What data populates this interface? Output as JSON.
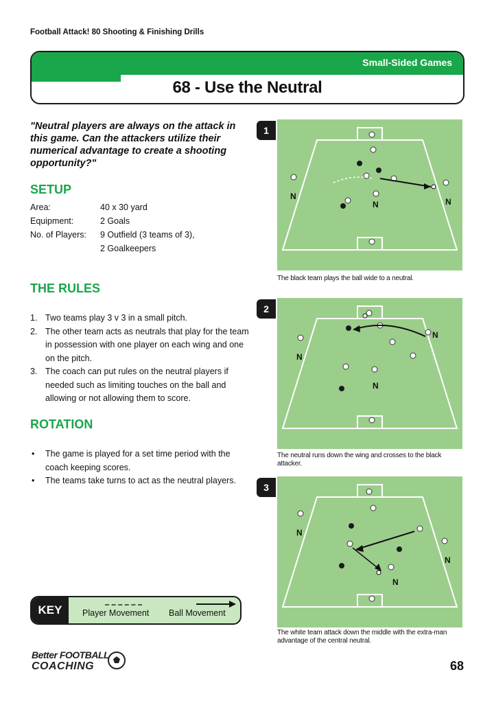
{
  "book_title": "Football Attack! 80 Shooting & Finishing Drills",
  "section_tag": "Small-Sided Games",
  "drill_title": "68 - Use the Neutral",
  "quote": "\"Neutral players are always on the attack in this game. Can the attackers utilize their numerical advantage to create a shooting opportunity?\"",
  "setup": {
    "heading": "SETUP",
    "rows": [
      {
        "key": "Area:",
        "value": "40 x 30 yard"
      },
      {
        "key": "Equipment:",
        "value": "2 Goals"
      },
      {
        "key": "No. of Players:",
        "value": "9 Outfield (3 teams of 3),"
      },
      {
        "key": "",
        "value": "2 Goalkeepers"
      }
    ]
  },
  "rules": {
    "heading": "THE RULES",
    "items": [
      {
        "num": "1.",
        "text": "Two teams play 3 v 3 in a small pitch."
      },
      {
        "num": "2.",
        "text": "The other team acts as neutrals that play for the team in possession with one player on each wing and one on the pitch."
      },
      {
        "num": "3.",
        "text": "The coach can put rules on the neutral players if needed such as limiting touches on the ball and allowing or not allowing them to score."
      }
    ]
  },
  "rotation": {
    "heading": "ROTATION",
    "items": [
      {
        "bullet": "•",
        "text": "The game is played for a set time period with the coach keeping scores."
      },
      {
        "bullet": "•",
        "text": "The teams take turns to act as the neutral players."
      }
    ]
  },
  "diagrams": [
    {
      "number": "1",
      "caption": "The black team plays the ball wide to a neutral.",
      "neutral_label": "N"
    },
    {
      "number": "2",
      "caption": "The neutral runs down the wing and crosses to the black attacker.",
      "neutral_label": "N"
    },
    {
      "number": "3",
      "caption": "The white team attack down the middle with the extra-man advantage of the central neutral.",
      "neutral_label": "N"
    }
  ],
  "key": {
    "label": "KEY",
    "player_movement": "Player Movement",
    "ball_movement": "Ball Movement"
  },
  "logo": {
    "better": "Better FOOTBALL",
    "coaching": "COACHING"
  },
  "page_number": "68",
  "colors": {
    "accent_green": "#1aa64a",
    "pitch_green": "#9bce8b",
    "key_green": "#c9e7c0"
  }
}
